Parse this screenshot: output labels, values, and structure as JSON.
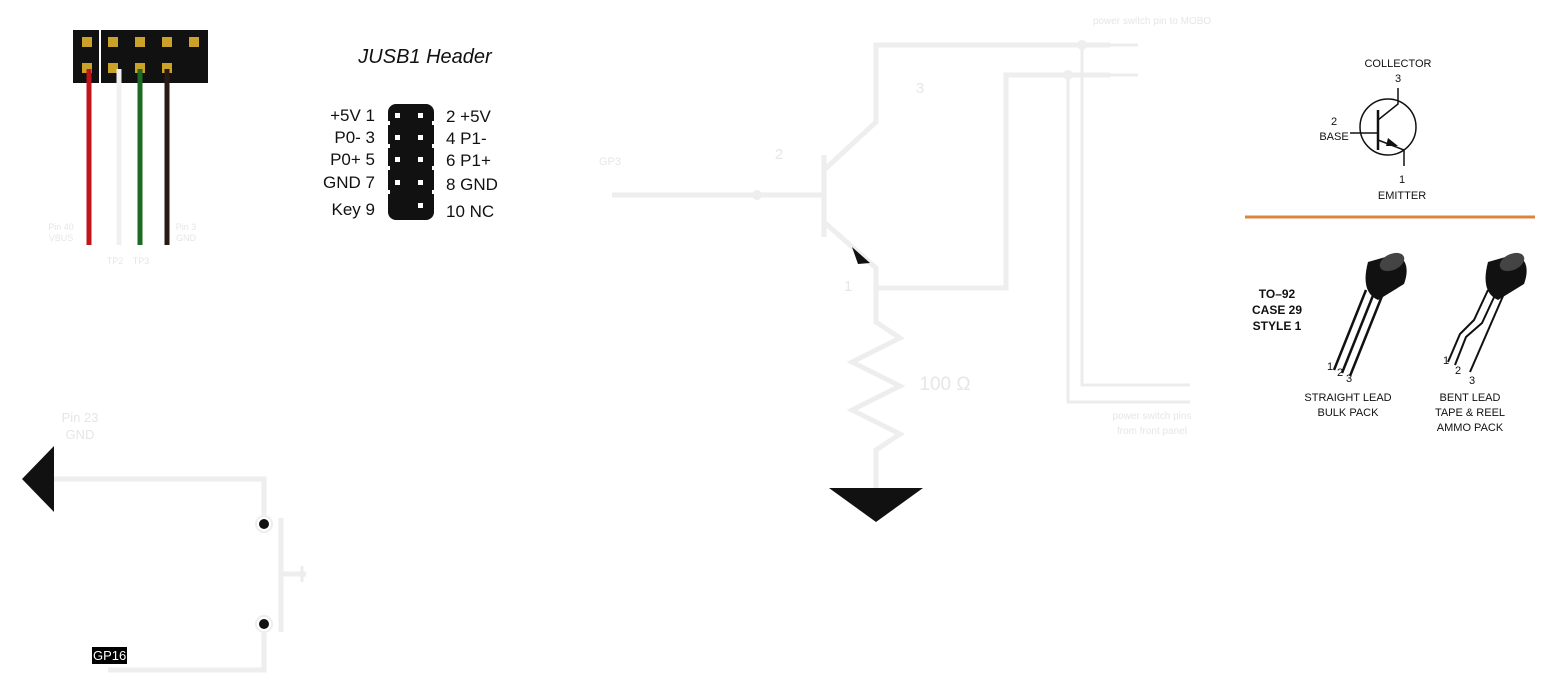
{
  "usb_cable": {
    "pin_40": "Pin 40",
    "vbus": "VBUS",
    "tp2": "TP2",
    "tp3": "TP3",
    "pin_3": "Pin 3",
    "gnd": "GND",
    "wire_colors": [
      "#c0161b",
      "#f0f0f0",
      "#1d6b22",
      "#2a1a15"
    ]
  },
  "jusb1": {
    "title": "JUSB1 Header",
    "left_pins": [
      "+5V 1",
      "P0- 3",
      "P0+ 5",
      "GND 7",
      "Key 9"
    ],
    "right_pins": [
      "2 +5V",
      "4 P1-",
      "6 P1+",
      "8 GND",
      "10 NC"
    ]
  },
  "switch_circuit": {
    "pin_23": "Pin 23",
    "gnd": "GND",
    "gp16": "GP16"
  },
  "transistor_circuit": {
    "gp3": "GP3",
    "base_pin": "2",
    "collector_pin": "3",
    "emitter_pin": "1",
    "resistor": "100 Ω",
    "mobo_label": "power switch pin to MOBO",
    "front_panel_line1": "power switch pins",
    "front_panel_line2": "from front panel"
  },
  "symbol": {
    "collector": "COLLECTOR",
    "collector_num": "3",
    "base_num": "2",
    "base": "BASE",
    "emitter_num": "1",
    "emitter": "EMITTER",
    "divider_color": "#d9843f"
  },
  "package": {
    "line1": "TO–92",
    "line2": "CASE 29",
    "line3": "STYLE 1",
    "straight_pin1": "1",
    "straight_pin2": "2",
    "straight_pin3": "3",
    "straight_line1": "STRAIGHT LEAD",
    "straight_line2": "BULK PACK",
    "bent_pin1": "1",
    "bent_pin2": "2",
    "bent_pin3": "3",
    "bent_line1": "BENT LEAD",
    "bent_line2": "TAPE & REEL",
    "bent_line3": "AMMO PACK"
  }
}
